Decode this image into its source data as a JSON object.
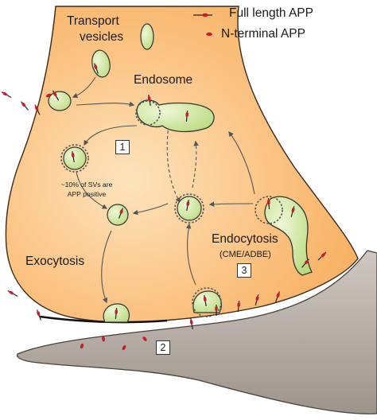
{
  "legend": {
    "full_length_app": "Full length APP",
    "n_terminal_app": "N-terminal APP"
  },
  "labels": {
    "transport_vesicles_line1": "Transport",
    "transport_vesicles_line2": "vesicles",
    "endosome": "Endosome",
    "exocytosis": "Exocytosis",
    "endocytosis": "Endocytosis",
    "endocytosis_sub": "(CME/ADBE)",
    "sv_note_line1": "~10% of SVs are",
    "sv_note_line2": "APP positive"
  },
  "markers": {
    "one": "1",
    "two": "2",
    "three": "3"
  },
  "colors": {
    "terminal_fill": "#fbbf79",
    "terminal_stroke": "#3a2a1a",
    "vesicle_fill": "#cfe7a0",
    "postsynaptic_fill": "#b5aca4",
    "app_head": "#c0202a",
    "app_stalk": "#222222"
  }
}
